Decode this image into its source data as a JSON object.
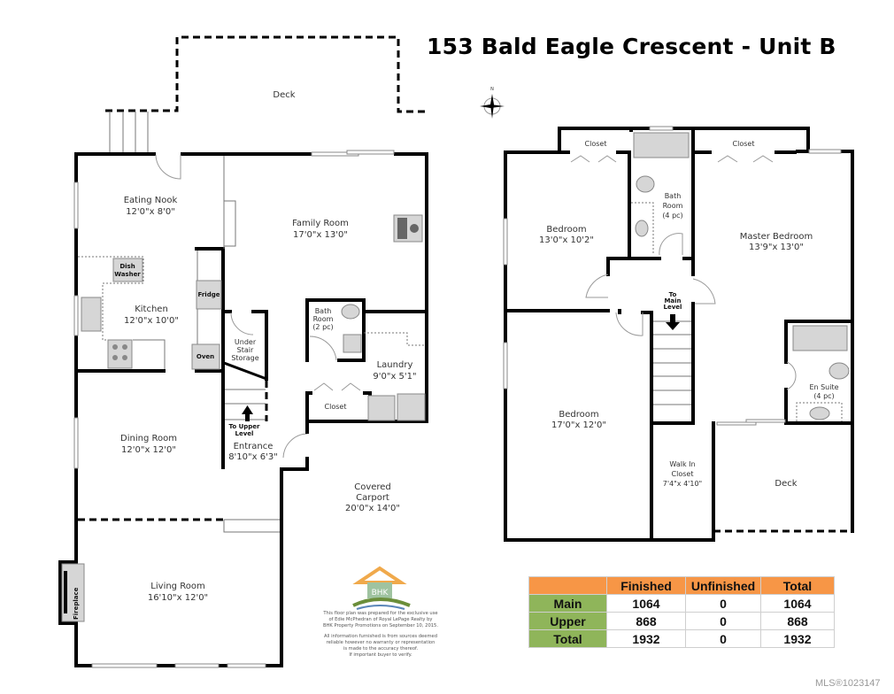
{
  "title": "153 Bald Eagle Crescent - Unit B",
  "main_level": {
    "rooms": [
      {
        "name": "Deck",
        "dims": ""
      },
      {
        "name": "Eating Nook",
        "dims": "12'0\"x 8'0\""
      },
      {
        "name": "Family Room",
        "dims": "17'0\"x 13'0\""
      },
      {
        "name": "Kitchen",
        "dims": "12'0\"x 10'0\""
      },
      {
        "name": "Dining Room",
        "dims": "12'0\"x 12'0\""
      },
      {
        "name": "Living Room",
        "dims": "16'10\"x 12'0\""
      },
      {
        "name": "Laundry",
        "dims": "9'0\"x 5'1\""
      },
      {
        "name": "Entrance",
        "dims": "8'10\"x 6'3\""
      },
      {
        "name": "Covered",
        "dims": "Carport",
        "extra": "20'0\"x 14'0\""
      }
    ],
    "small_labels": {
      "bath_line1": "Bath",
      "bath_line2": "Room",
      "bath_line3": "(2 pc)",
      "under_stair_1": "Under",
      "under_stair_2": "Stair",
      "under_stair_3": "Storage",
      "closet": "Closet",
      "dishwasher_1": "Dish",
      "dishwasher_2": "Washer",
      "fridge": "Fridge",
      "oven": "Oven",
      "fireplace": "Fireplace",
      "to_upper_1": "To Upper",
      "to_upper_2": "Level"
    }
  },
  "upper_level": {
    "rooms": [
      {
        "name": "Bedroom",
        "dims": "13'0\"x 10'2\""
      },
      {
        "name": "Master Bedroom",
        "dims": "13'9\"x 13'0\""
      },
      {
        "name": "Bedroom",
        "dims": "17'0\"x 12'0\""
      },
      {
        "name": "Walk In",
        "dims": "Closet",
        "extra": "7'4\"x 4'10\""
      },
      {
        "name": "Deck",
        "dims": ""
      }
    ],
    "small_labels": {
      "closet_left": "Closet",
      "closet_right": "Closet",
      "bath_1": "Bath",
      "bath_2": "Room",
      "bath_3": "(4 pc)",
      "ensuite_1": "En Suite",
      "ensuite_2": "(4 pc)",
      "to_main_1": "To",
      "to_main_2": "Main",
      "to_main_3": "Level"
    }
  },
  "compass": {
    "label": "N"
  },
  "logo": {
    "text": "BHK"
  },
  "disclaimer": {
    "line1": "This floor plan was prepared for the exclusive use",
    "line2": "of Edie McPhedran of Royal LePage Realty by",
    "line3": "BHK Property Promotions on September 10, 2015.",
    "line4": "All information furnished is from sources deemed",
    "line5": "reliable however no warranty or representation",
    "line6": "is made to the accuracy thereof.",
    "line7": "If important buyer to verify."
  },
  "area_table": {
    "headers": [
      "",
      "Finished",
      "Unfinished",
      "Total"
    ],
    "rows": [
      {
        "label": "Main",
        "finished": "1064",
        "unfinished": "0",
        "total": "1064"
      },
      {
        "label": "Upper",
        "finished": "868",
        "unfinished": "0",
        "total": "868"
      },
      {
        "label": "Total",
        "finished": "1932",
        "unfinished": "0",
        "total": "1932"
      }
    ],
    "colors": {
      "header": "#f79646",
      "row_header": "#8fb55a"
    }
  },
  "mls": "MLS®1023147"
}
